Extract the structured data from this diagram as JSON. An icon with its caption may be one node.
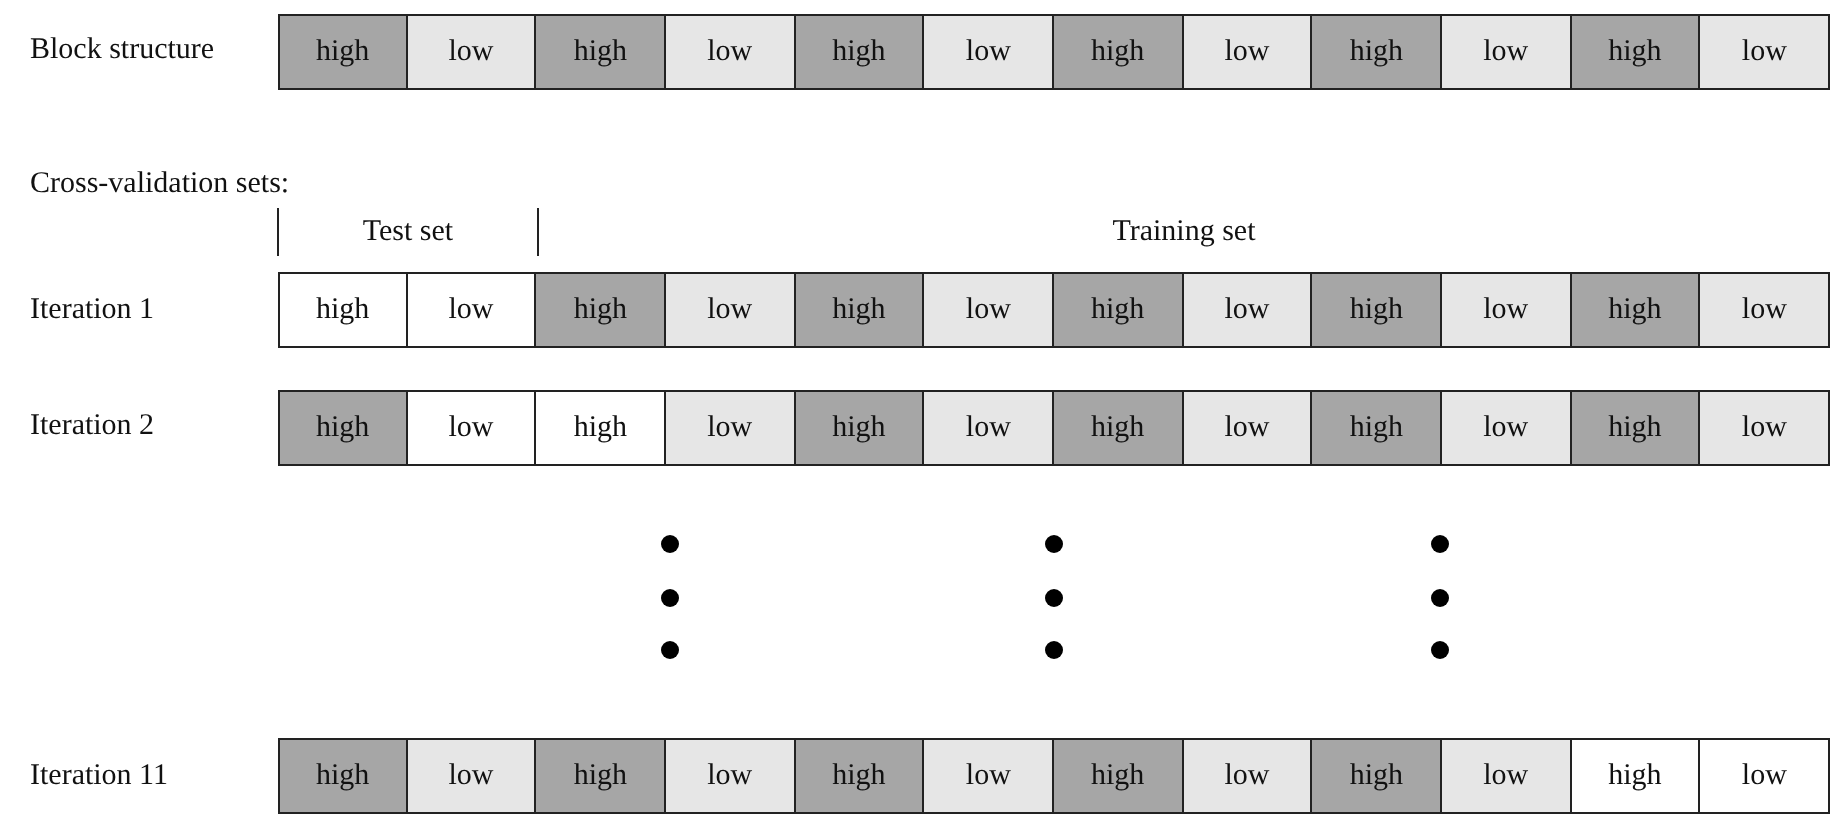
{
  "diagram": {
    "nodes": [
      {
        "text": [
          "high"
        ]
      },
      {
        "text": [
          "low"
        ]
      },
      {
        "text": [
          "high"
        ]
      },
      {
        "text": [
          "low"
        ]
      },
      {
        "text": [
          "high"
        ]
      },
      {
        "text": [
          "low"
        ]
      },
      {
        "text": [
          "high"
        ]
      },
      {
        "text": [
          "low"
        ]
      },
      {
        "text": [
          "high"
        ]
      },
      {
        "text": [
          "low"
        ]
      },
      {
        "text": [
          "high"
        ]
      },
      {
        "text": [
          "low"
        ]
      },
      {
        "text": [
          "high"
        ]
      },
      {
        "text": [
          "low"
        ]
      },
      {
        "text": [
          "high"
        ]
      },
      {
        "text": [
          "low"
        ]
      },
      {
        "text": [
          "high"
        ]
      },
      {
        "text": [
          "low"
        ]
      },
      {
        "text": [
          "high"
        ]
      },
      {
        "text": [
          "low"
        ]
      },
      {
        "text": [
          "high"
        ]
      },
      {
        "text": [
          "low"
        ]
      },
      {
        "text": [
          "high"
        ]
      },
      {
        "text": [
          "low"
        ]
      },
      {
        "text": [
          "high"
        ]
      },
      {
        "text": [
          "low"
        ]
      },
      {
        "text": [
          "high"
        ]
      },
      {
        "text": [
          "low"
        ]
      },
      {
        "text": [
          "high"
        ]
      },
      {
        "text": [
          "low"
        ]
      },
      {
        "text": [
          "high"
        ]
      },
      {
        "text": [
          "low"
        ]
      },
      {
        "text": [
          "high"
        ]
      },
      {
        "text": [
          "low"
        ]
      },
      {
        "text": [
          "high"
        ]
      },
      {
        "text": [
          "low"
        ]
      },
      {
        "text": [
          "high"
        ]
      },
      {
        "text": [
          "low"
        ]
      },
      {
        "text": [
          "high"
        ]
      },
      {
        "text": [
          "low"
        ]
      },
      {
        "text": [
          "high"
        ]
      },
      {
        "text": [
          "low"
        ]
      },
      {
        "text": [
          "high"
        ]
      },
      {
        "text": [
          "low"
        ]
      },
      {
        "text": [
          "high"
        ]
      },
      {
        "text": [
          "low"
        ]
      },
      {
        "text": [
          "high"
        ]
      },
      {
        "text": [
          "low"
        ]
      }
    ],
    "labels": [
      "Block structure",
      "Cross-validation sets:",
      "Test set",
      "Training set",
      "Iteration 1",
      "Iteration 2",
      "Iteration 11"
    ]
  }
}
